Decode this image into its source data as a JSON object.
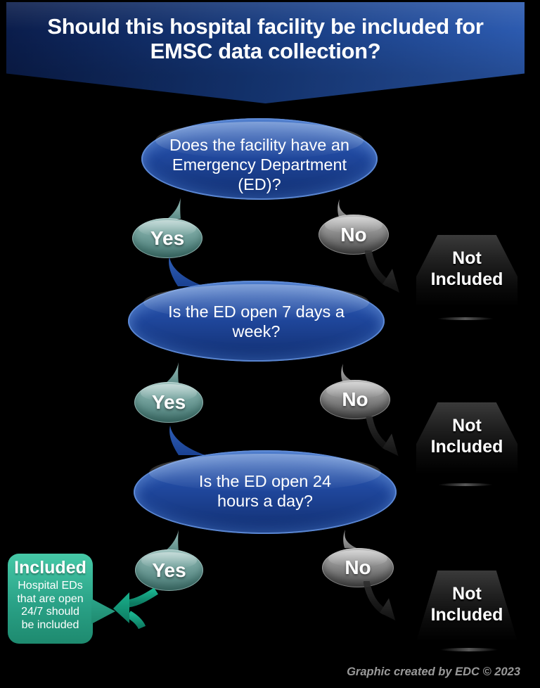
{
  "banner": {
    "title_lines": [
      "Should this hospital facility be included for",
      "EMSC data collection?"
    ]
  },
  "questions": [
    {
      "lines": [
        "Does the facility have an",
        "Emergency Department",
        "(ED)?"
      ]
    },
    {
      "lines": [
        "Is the ED open 7 days a",
        "week?"
      ]
    },
    {
      "lines": [
        "Is the ED open 24",
        "hours a day?"
      ]
    }
  ],
  "answers": {
    "yes": "Yes",
    "no": "No"
  },
  "outcomes": {
    "not_included": {
      "lines": [
        "Not",
        "Included"
      ]
    },
    "included": {
      "title": "Included",
      "body_lines": [
        "Hospital EDs",
        "that are open",
        "24/7 should",
        "be included"
      ]
    }
  },
  "footer": {
    "credit": "Graphic created by EDC © 2023"
  },
  "colors": {
    "background": "#000000",
    "banner_blue_dark": "#0a1c4a",
    "banner_blue_light": "#2d5cb2",
    "question_blue": "#20489e",
    "yes_teal": "#6f9e99",
    "no_gray": "#8f8f8f",
    "not_included_black": "#1c1c1c",
    "included_green": "#2aa287",
    "arrow_green": "#12997c",
    "credit_gray": "#9a9a9a",
    "text_white": "#ffffff"
  }
}
